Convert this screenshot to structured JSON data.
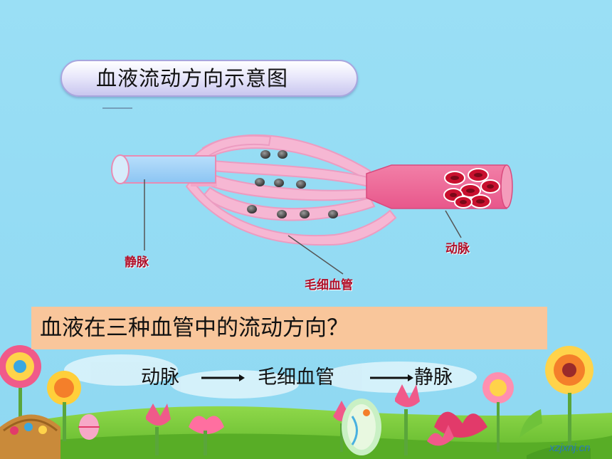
{
  "title": "血液流动方向示意图",
  "labels": {
    "vein": "静脉",
    "artery": "动脉",
    "capillary": "毛细血管"
  },
  "question": "血液在三种血管中的流动方向？",
  "flow": {
    "step1": "动脉",
    "step2": "毛细血管",
    "step3": "静脉"
  },
  "watermark": "xzjxnj.cn",
  "colors": {
    "sky": "#95dcf4",
    "grass": "#7fcf3a",
    "vein_blue": "#9ccff6",
    "artery_pink": "#ee6f9b",
    "capillary_pink": "#f6b7d3",
    "label_red": "#b0102a",
    "question_bg": "#f9c69b"
  }
}
